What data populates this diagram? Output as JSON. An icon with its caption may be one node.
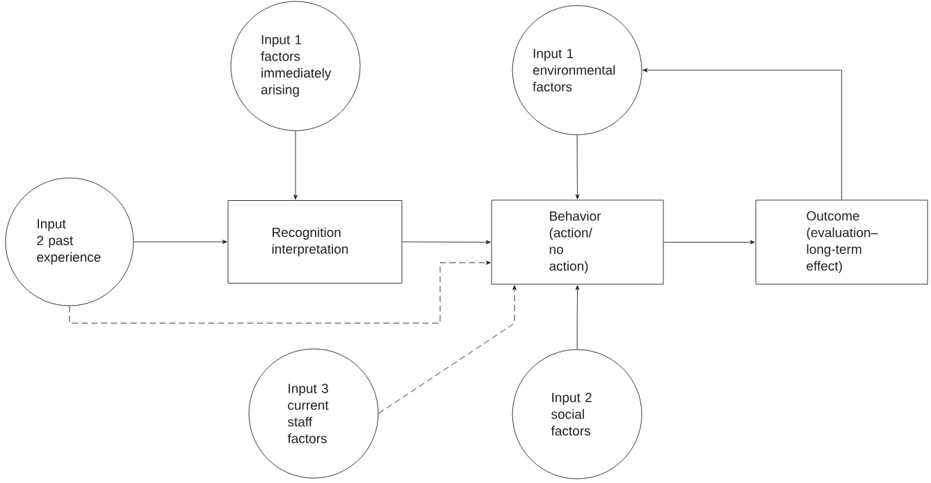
{
  "diagram": {
    "nodes": [
      {
        "text": [
          "Input 1 factors immediately arising"
        ]
      },
      {
        "text": [
          "Input 1 environmental factors"
        ]
      },
      {
        "text": [
          "Input 2 past experience"
        ]
      },
      {
        "text": [
          "Recognition interpretation"
        ]
      },
      {
        "text": [
          "Behavior (action/ no action)"
        ]
      },
      {
        "text": [
          "Outcome (evaluation– long-term effect)"
        ]
      },
      {
        "text": [
          "Input 3 current staff factors"
        ]
      },
      {
        "text": [
          "Input 2 social factors"
        ]
      }
    ],
    "edges": [
      {
        "from": 0,
        "to": 3,
        "arrow": "to"
      },
      {
        "from": 1,
        "to": 4,
        "arrow": "to"
      },
      {
        "from": 2,
        "to": 3,
        "arrow": "to"
      },
      {
        "from": 3,
        "to": 4,
        "arrow": "to"
      },
      {
        "from": 4,
        "to": 5,
        "arrow": "to"
      },
      {
        "from": 5,
        "to": 1,
        "arrow": "to"
      },
      {
        "from": 2,
        "to": 4,
        "arrow": "to",
        "style": "dashed"
      },
      {
        "from": 6,
        "to": 4,
        "arrow": "to",
        "style": "dashed"
      },
      {
        "from": 7,
        "to": 4,
        "arrow": "to"
      }
    ]
  }
}
